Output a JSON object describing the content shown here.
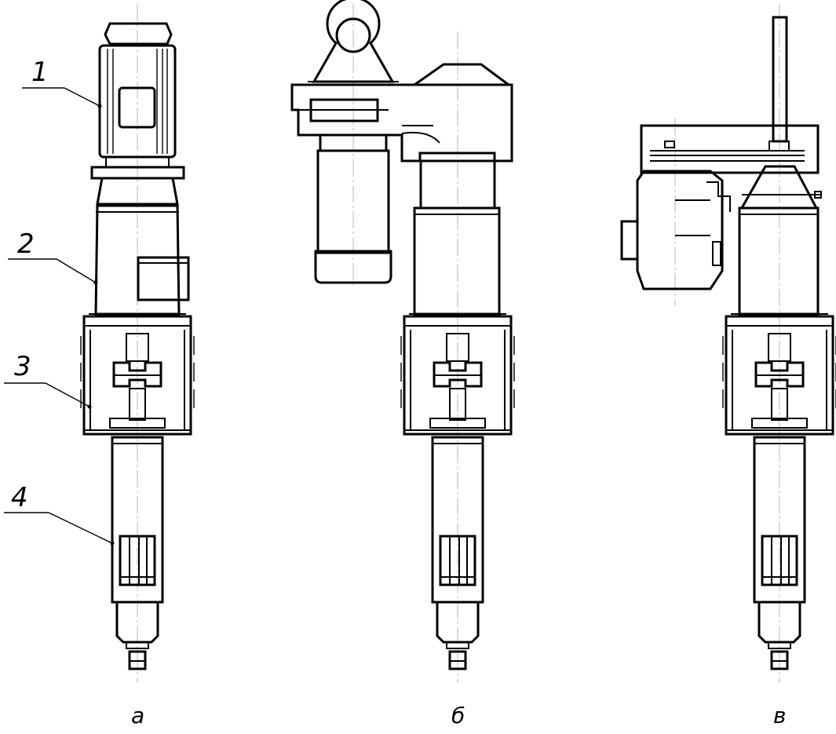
{
  "callouts": [
    {
      "number": "1"
    },
    {
      "number": "2"
    },
    {
      "number": "3"
    },
    {
      "number": "4"
    }
  ],
  "variants": [
    {
      "caption": "а"
    },
    {
      "caption": "б"
    },
    {
      "caption": "в"
    }
  ]
}
